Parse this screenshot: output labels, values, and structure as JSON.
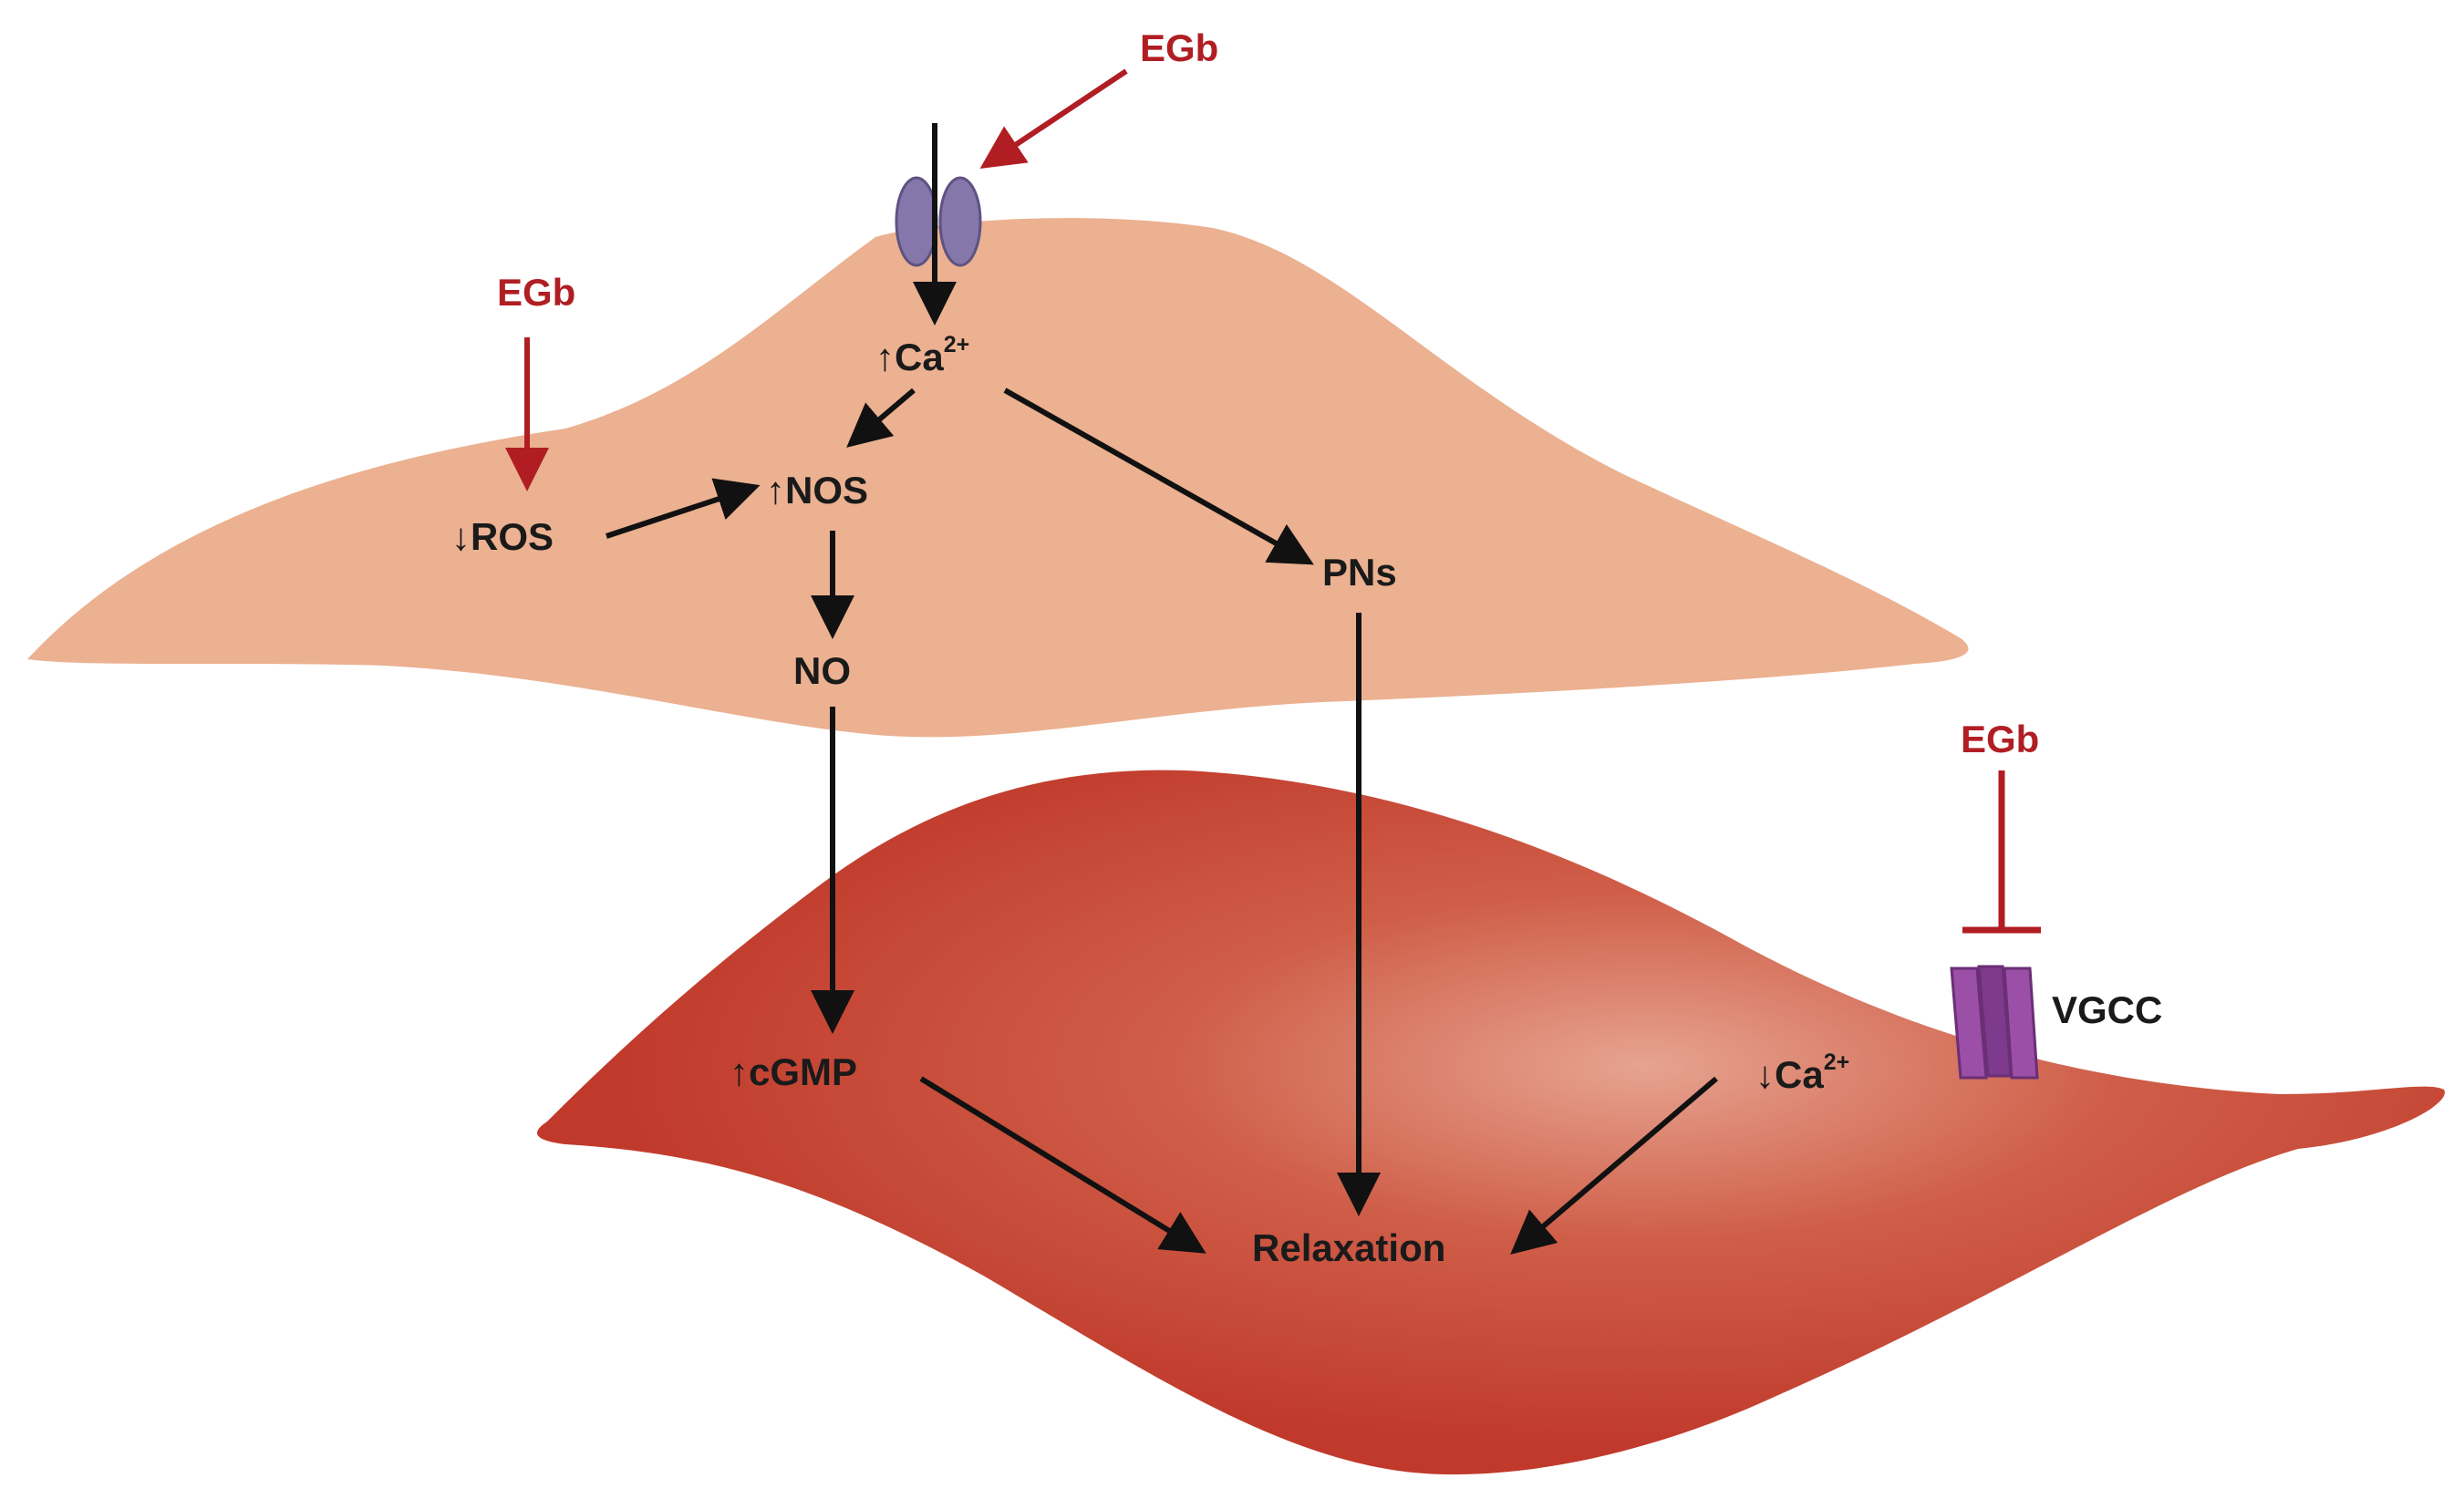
{
  "colors": {
    "endothelial_cell": "#ebb191",
    "smooth_muscle_cell": "#c0392b",
    "smooth_muscle_highlight": "#e6a390",
    "arrow_black": "#111111",
    "arrow_red": "#b01e23",
    "ion_channel_endothelial": "#8577aa",
    "vgcc_channel": "#9b4fa7"
  },
  "icons": {
    "endothelial_channel": "ion-channel-icon",
    "vgcc": "voltage-gated-calcium-channel-icon"
  },
  "labels": {
    "egb_top": "EGb",
    "egb_left": "EGb",
    "egb_right": "EGb",
    "ca_up_arrow": "↑",
    "ca_up_base": "Ca",
    "ca_up_sup": "2+",
    "nos": "↑NOS",
    "ros": "↓ROS",
    "no": "NO",
    "pns": "PNs",
    "cgmp": "↑cGMP",
    "ca_down_arrow": "↓",
    "ca_down_base": "Ca",
    "ca_down_sup": "2+",
    "vgcc": "VGCC",
    "relaxation": "Relaxation"
  }
}
